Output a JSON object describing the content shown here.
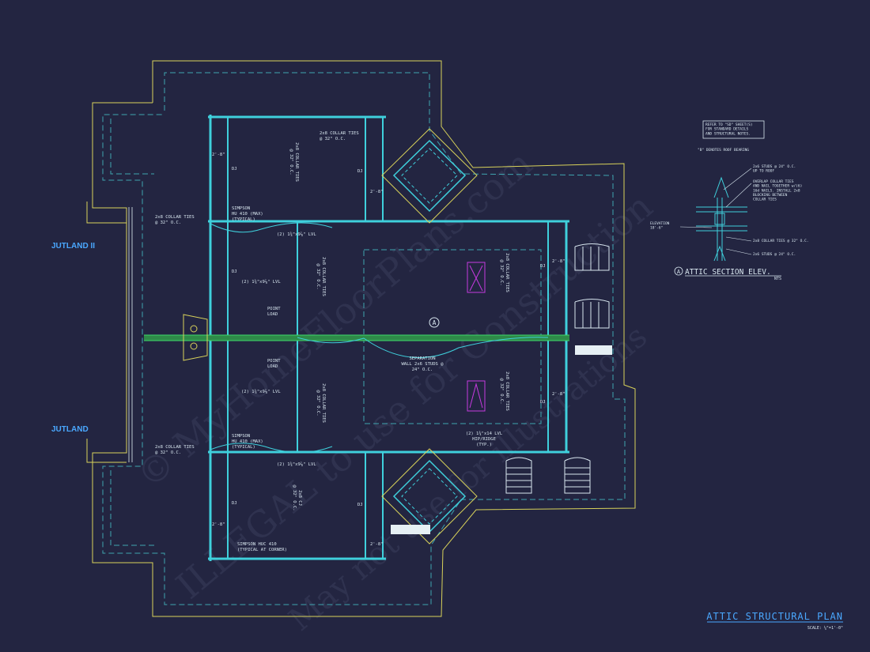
{
  "labels": {
    "jutland_ii": "JUTLAND II",
    "jutland": "JUTLAND",
    "collar_ties_top_right": "2x8 COLLAR TIES\n@ 32\" O.C.",
    "collar_ties_left_upper": "2x8 COLLAR TIES\n@ 32\" O.C.",
    "collar_ties_left_lower": "2x8 COLLAR TIES\n@ 32\" O.C.",
    "collar_ties_vert_upper": "2x8 COLLAR TIES\n@ 32\" O.C.",
    "collar_ties_vert_center_upper": "2x8 COLLAR TIES\n@ 32\" O.C.",
    "collar_ties_vert_center_lower": "2x8 COLLAR TIES\n@ 32\" O.C.",
    "collar_ties_vert_lower": "2x8 CJ\n@ 32\" O.C.",
    "collar_ties_right_tag": "2x8 COLLAR TIES\n@ 32\" O.C.",
    "collar_ties_bottom_tag": "2x8 COLLAR TIES\n@ 32\" O.C.",
    "simpson_upper": "SIMPSON\nHU 410 (MAX)\n(TYPICAL)",
    "simpson_lower": "SIMPSON\nHU 410 (MAX)\n(TYPICAL)",
    "simpson_corner": "SIMPSON HUC 410\n(TYPICAL AT CORNER)",
    "lvl_upper": "(2) 1¾\"x9⅞\" LVL",
    "lvl_mid_upper": "(2) 1¾\"x9⅞\" LVL",
    "lvl_mid_lower": "(2) 1¾\"x9⅞\" LVL",
    "lvl_lower": "(2) 1¾\"x9⅞\" LVL",
    "point_load_1": "POINT\nLOAD",
    "point_load_2": "POINT\nLOAD",
    "separation_wall": "SEPARATION\nWALL 2x6 STUDS @\n24\" O.C.",
    "hip_ridge": "(2) 1¾\"x14 LVL\nHIP/RIDGE\n(TYP.)",
    "dj": "DJ",
    "dim_2_8": "2'-8\"",
    "section_marker": "A",
    "notes_box": "REFER TO \"SD\" SHEET(S)\nFOR STANDARD DETAILS\nAND STRUCTURAL NOTES.",
    "bearing_note": "\"B\" DENOTES ROOF BEARING",
    "elev_note_1": "2x6 STUDS @ 24\" O.C.\nUP TO ROOF",
    "elev_note_2": "OVERLAP COLLAR TIES\nAND NAIL TOGETHER w/(6)\n16d NAILS. INSTALL 2x8\nBLOCKING BETWEEN\nCOLLAR TIES",
    "elev_note_3": "2x8 COLLAR TIES @ 32\" O.C.",
    "elev_note_4": "2x6 STUDS @ 24\" O.C.",
    "elevation_label": "ELEVATION\n18'-6\"",
    "section_title": "ATTIC SECTION ELEV.",
    "section_scale": "NTS",
    "plan_title": "ATTIC STRUCTURAL PLAN",
    "plan_scale": "SCALE: ¼\"=1'-0\""
  },
  "watermark": {
    "line_1": "© MyHomeFloorPlans.com",
    "line_2": "ILLEGAL to use for Construction",
    "line_3": "May not use for illustrations"
  },
  "colors": {
    "background": "#232541",
    "cyan": "#3fd0dc",
    "green": "#3fd86a",
    "yellow": "#d8d25a",
    "magenta": "#c63ae0",
    "text": "#d8e6ef",
    "title_blue": "#4aa8ff"
  }
}
